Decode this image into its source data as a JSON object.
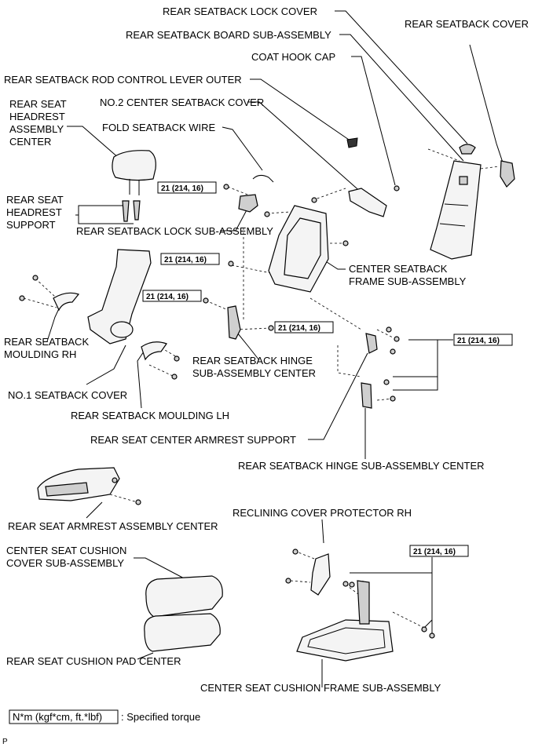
{
  "labels": {
    "rear_seatback_lock_cover": "REAR SEATBACK LOCK COVER",
    "rear_seatback_cover": "REAR SEATBACK COVER",
    "rear_seatback_board": "REAR SEATBACK BOARD SUB-ASSEMBLY",
    "coat_hook_cap": "COAT HOOK CAP",
    "rod_control_lever": "REAR SEATBACK ROD CONTROL LEVER OUTER",
    "no2_center_seatback_cover": "NO.2 CENTER SEATBACK COVER",
    "headrest_l1": "REAR SEAT",
    "headrest_l2": "HEADREST",
    "headrest_l3": "ASSEMBLY",
    "headrest_l4": "CENTER",
    "fold_seatback_wire": "FOLD SEATBACK WIRE",
    "headrest_support_l1": "REAR SEAT",
    "headrest_support_l2": "HEADREST",
    "headrest_support_l3": "SUPPORT",
    "rear_seatback_lock_sub": "REAR SEATBACK LOCK SUB-ASSEMBLY",
    "center_frame_l1": "CENTER SEATBACK",
    "center_frame_l2": "FRAME SUB-ASSEMBLY",
    "moulding_rh_l1": "REAR SEATBACK",
    "moulding_rh_l2": "MOULDING RH",
    "hinge_center_1_l1": "REAR SEATBACK HINGE",
    "hinge_center_1_l2": "SUB-ASSEMBLY CENTER",
    "no1_seatback_cover": "NO.1 SEATBACK COVER",
    "moulding_lh": "REAR SEATBACK MOULDING LH",
    "armrest_support": "REAR SEAT CENTER ARMREST SUPPORT",
    "hinge_center_2": "REAR SEATBACK HINGE SUB-ASSEMBLY CENTER",
    "armrest_assembly": "REAR SEAT ARMREST ASSEMBLY CENTER",
    "reclining_protector": "RECLINING COVER PROTECTOR RH",
    "cushion_cover_l1": "CENTER SEAT CUSHION",
    "cushion_cover_l2": "COVER SUB-ASSEMBLY",
    "cushion_pad": "REAR SEAT CUSHION PAD CENTER",
    "cushion_frame": "CENTER SEAT CUSHION FRAME SUB-ASSEMBLY"
  },
  "torque": {
    "t1": "21 (214, 16)",
    "t2": "21 (214, 16)",
    "t3": "21 (214, 16)",
    "t4": "21 (214, 16)",
    "t5": "21 (214, 16)",
    "t6": "21 (214, 16)"
  },
  "legend": {
    "unit": "N*m (kgf*cm, ft.*lbf)",
    "text": ": Specified torque"
  },
  "footer": {
    "code": "P"
  }
}
